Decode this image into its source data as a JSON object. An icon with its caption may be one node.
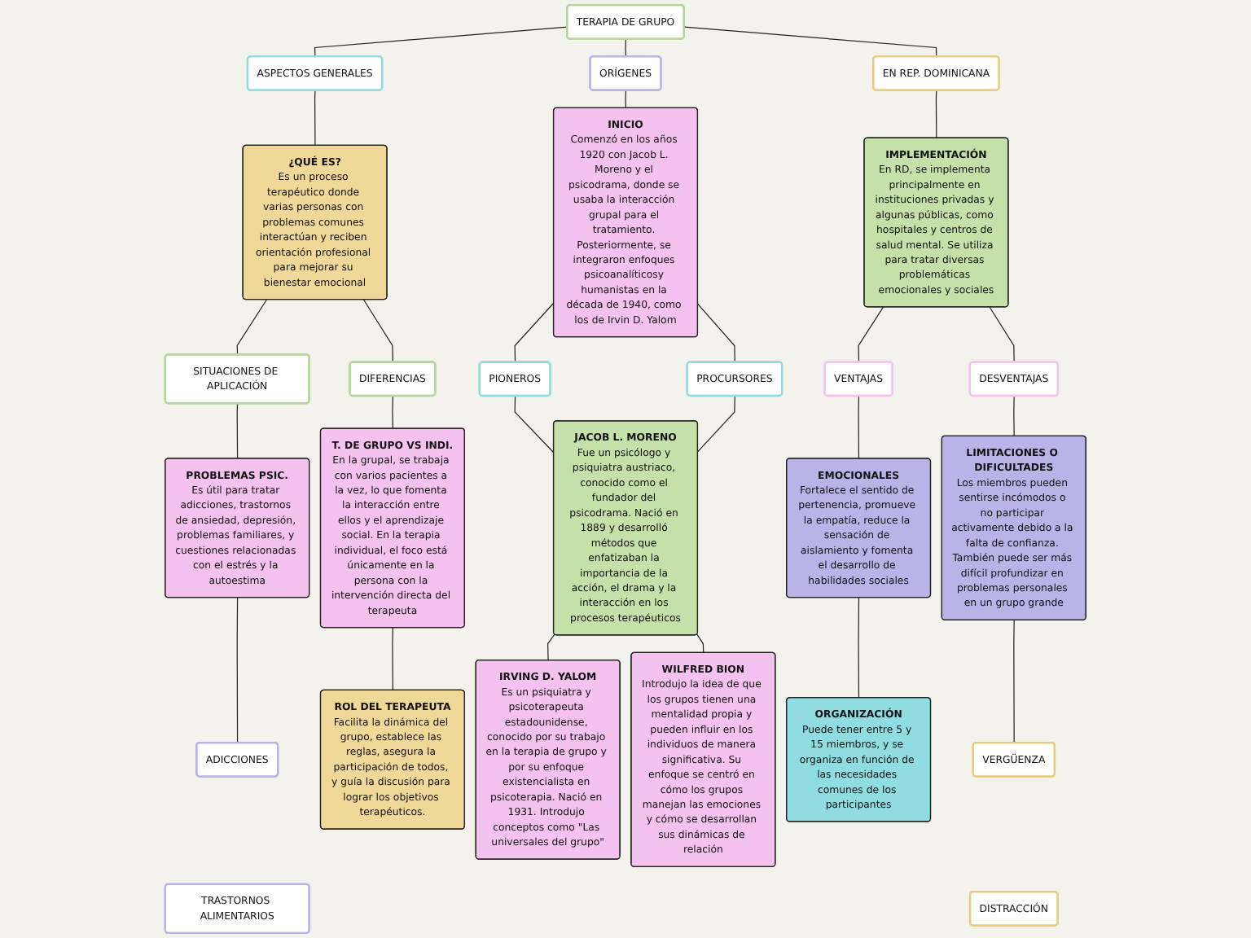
{
  "diagram": {
    "nodes": [
      {
        "text": [
          "TERAPIA DE GRUPO"
        ]
      },
      {
        "text": [
          "ASPECTOS GENERALES"
        ]
      },
      {
        "text": [
          "ORÍGENES"
        ]
      },
      {
        "text": [
          "EN REP. DOMINICANA"
        ]
      },
      {
        "text": [
          "¿QUÉ ES?",
          "Es un proceso terapéutico donde varias personas con problemas comunes interactúan y reciben orientación profesional para mejorar su bienestar emocional"
        ]
      },
      {
        "text": [
          "SITUACIONES DE APLICACIÓN"
        ]
      },
      {
        "text": [
          "DIFERENCIAS"
        ]
      },
      {
        "text": [
          "PROBLEMAS PSIC.",
          "Es útil para tratar adicciones, trastornos de ansiedad, depresión, problemas familiares, y cuestiones relacionadas con el estrés y la autoestima"
        ]
      },
      {
        "text": [
          "T. DE GRUPO VS INDI.",
          "En la grupal, se trabaja con varios pacientes a la vez, lo que fomenta la interacción entre ellos y el aprendizaje social. En la terapia individual, el foco está únicamente en la persona con la intervención directa del terapeuta"
        ]
      },
      {
        "text": [
          "ADICCIONES"
        ]
      },
      {
        "text": [
          "TRASTORNOS ALIMENTARIOS"
        ]
      },
      {
        "text": [
          "ROL DEL TERAPEUTA",
          "Facilita la dinámica del grupo, establece las reglas, asegura la participación de todos, y guía la discusión para lograr los objetivos terapéuticos."
        ]
      },
      {
        "text": [
          "INICIO",
          "Comenzó en los años 1920 con Jacob L. Moreno y el psicodrama, donde se usaba la interacción grupal para el tratamiento. Posteriormente, se integraron enfoques psicoanalíticosy humanistas en la década de 1940, como los de Irvin D. Yalom"
        ]
      },
      {
        "text": [
          "PIONEROS"
        ]
      },
      {
        "text": [
          "PROCURSORES"
        ]
      },
      {
        "text": [
          "JACOB L. MORENO",
          "Fue un psicólogo y psiquiatra austriaco, conocido como el fundador del psicodrama. Nació en 1889 y desarrolló métodos que enfatizaban la importancia de la acción, el drama y la interacción en los procesos terapéuticos"
        ]
      },
      {
        "text": [
          "IRVING D. YALOM",
          "Es un psiquiatra y psicoterapeuta estadounidense, conocido por su trabajo en la terapia de grupo y por su enfoque existencialista en psicoterapia. Nació en 1931. Introdujo conceptos como \"Las universales del grupo\""
        ]
      },
      {
        "text": [
          "WILFRED BION",
          "Introdujo la idea de que los grupos tienen una mentalidad propia y pueden influir en los individuos de manera significativa. Su enfoque se centró en cómo los grupos manejan las emociones y cómo se desarrollan sus dinámicas de relación"
        ]
      },
      {
        "text": [
          "IMPLEMENTACIÓN",
          "En RD, se implementa principalmente en instituciones privadas y algunas públicas, como hospitales y centros de salud mental. Se utiliza para tratar diversas problemáticas emocionales y sociales"
        ]
      },
      {
        "text": [
          "VENTAJAS"
        ]
      },
      {
        "text": [
          "DESVENTAJAS"
        ]
      },
      {
        "text": [
          "EMOCIONALES",
          "Fortalece el sentido de pertenencia, promueve la empatía, reduce la sensación de aislamiento y fomenta el desarrollo de habilidades sociales"
        ]
      },
      {
        "text": [
          "ORGANIZACIÓN",
          "Puede tener entre 5 y 15 miembros, y se organiza en función de las necesidades comunes de los participantes"
        ]
      },
      {
        "text": [
          "LIMITACIONES O DIFICULTADES",
          "Los miembros pueden sentirse incómodos o no participar activamente debido a la falta de confianza. También puede ser más difícil profundizar en problemas personales en un grupo grande"
        ]
      },
      {
        "text": [
          "VERGÜENZA"
        ]
      },
      {
        "text": [
          "DISTRACCIÓN"
        ]
      }
    ],
    "edges": [
      {
        "from": 0,
        "to": 1,
        "arrow": "none"
      },
      {
        "from": 0,
        "to": 2,
        "arrow": "none"
      },
      {
        "from": 0,
        "to": 3,
        "arrow": "none"
      },
      {
        "from": 1,
        "to": 4,
        "arrow": "none"
      },
      {
        "from": 4,
        "to": 5,
        "arrow": "none"
      },
      {
        "from": 4,
        "to": 6,
        "arrow": "none"
      },
      {
        "from": 5,
        "to": 7,
        "arrow": "none"
      },
      {
        "from": 6,
        "to": 8,
        "arrow": "none"
      },
      {
        "from": 7,
        "to": 9,
        "arrow": "none"
      },
      {
        "from": 8,
        "to": 11,
        "arrow": "none"
      },
      {
        "from": 2,
        "to": 12,
        "arrow": "none"
      },
      {
        "from": 12,
        "to": 13,
        "arrow": "none"
      },
      {
        "from": 12,
        "to": 14,
        "arrow": "none"
      },
      {
        "from": 13,
        "to": 15,
        "arrow": "none"
      },
      {
        "from": 14,
        "to": 15,
        "arrow": "none"
      },
      {
        "from": 15,
        "to": 16,
        "arrow": "none"
      },
      {
        "from": 15,
        "to": 17,
        "arrow": "none"
      },
      {
        "from": 3,
        "to": 18,
        "arrow": "none"
      },
      {
        "from": 18,
        "to": 19,
        "arrow": "none"
      },
      {
        "from": 18,
        "to": 20,
        "arrow": "none"
      },
      {
        "from": 19,
        "to": 21,
        "arrow": "none"
      },
      {
        "from": 21,
        "to": 22,
        "arrow": "none"
      },
      {
        "from": 20,
        "to": 23,
        "arrow": "none"
      },
      {
        "from": 23,
        "to": 24,
        "arrow": "none"
      }
    ]
  }
}
